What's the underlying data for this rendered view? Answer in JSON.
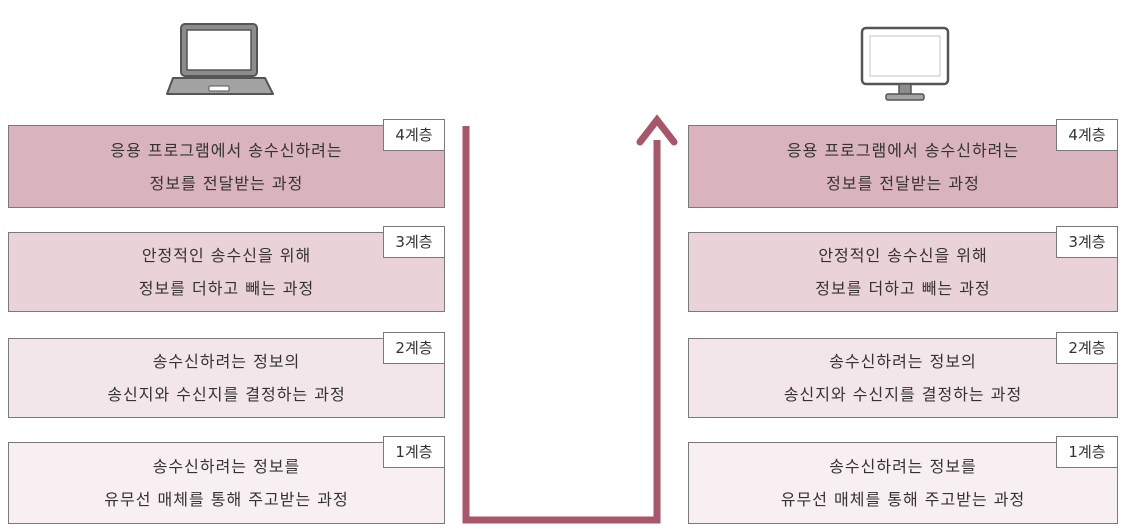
{
  "colors": {
    "layer4": "#d9b3bd",
    "layer3": "#e9d2d8",
    "layer2": "#f3e6ea",
    "layer1": "#f7eff2",
    "arrow": "#a8576a"
  },
  "left": {
    "device": "laptop-icon",
    "layers": [
      {
        "tag": "4계층",
        "line1": "응용 프로그램에서 송수신하려는",
        "line2": "정보를 전달받는 과정"
      },
      {
        "tag": "3계층",
        "line1": "안정적인 송수신을 위해",
        "line2": "정보를 더하고 빼는 과정"
      },
      {
        "tag": "2계층",
        "line1": "송수신하려는 정보의",
        "line2": "송신지와 수신지를 결정하는 과정"
      },
      {
        "tag": "1계층",
        "line1": "송수신하려는 정보를",
        "line2": "유무선 매체를 통해 주고받는 과정"
      }
    ]
  },
  "right": {
    "device": "monitor-icon",
    "layers": [
      {
        "tag": "4계층",
        "line1": "응용 프로그램에서 송수신하려는",
        "line2": "정보를 전달받는 과정"
      },
      {
        "tag": "3계층",
        "line1": "안정적인 송수신을 위해",
        "line2": "정보를 더하고 빼는 과정"
      },
      {
        "tag": "2계층",
        "line1": "송수신하려는 정보의",
        "line2": "송신지와 수신지를 결정하는 과정"
      },
      {
        "tag": "1계층",
        "line1": "송수신하려는 정보를",
        "line2": "유무선 매체를 통해 주고받는 과정"
      }
    ]
  }
}
